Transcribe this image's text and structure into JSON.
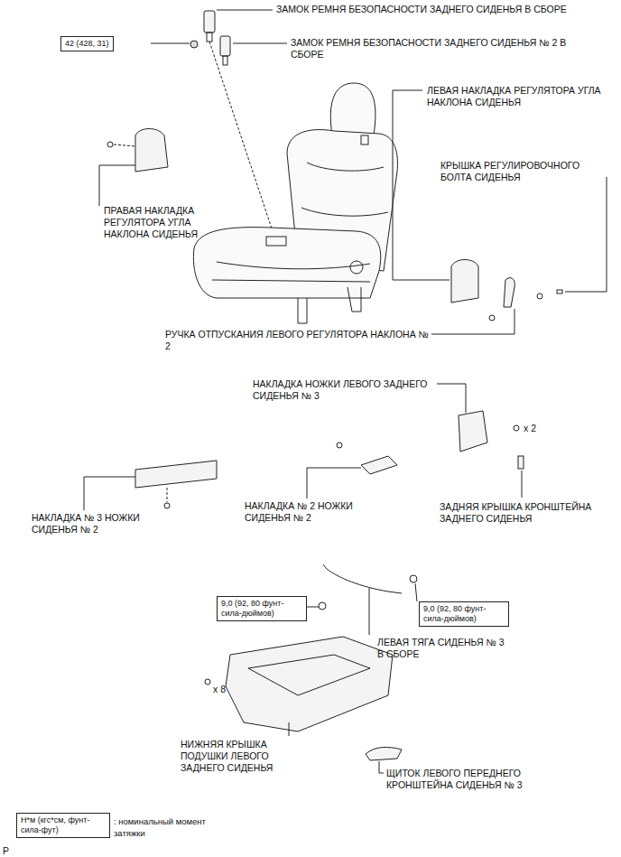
{
  "diagram": {
    "nodes": [
      {
        "text": [
          "42 (428, 31)"
        ]
      },
      {
        "text": [
          "9,0 (92, 80 фунт-сила-дюймов)"
        ]
      },
      {
        "text": [
          "9,0 (92, 80 фунт-сила-дюймов)"
        ]
      },
      {
        "text": [
          "Н*м (кгс*см, фунт-сила-фут)"
        ]
      }
    ],
    "labels": [
      "ЗАМОК РЕМНЯ БЕЗОПАСНОСТИ ЗАДНЕГО СИДЕНЬЯ В СБОРЕ",
      "ЗАМОК РЕМНЯ БЕЗОПАСНОСТИ ЗАДНЕГО СИДЕНЬЯ № 2 В СБОРЕ",
      "ЛЕВАЯ НАКЛАДКА РЕГУЛЯТОРА УГЛА НАКЛОНА СИДЕНЬЯ",
      "КРЫШКА РЕГУЛИРОВОЧНОГО БОЛТА СИДЕНЬЯ",
      "ПРАВАЯ НАКЛАДКА РЕГУЛЯТОРА УГЛА НАКЛОНА СИДЕНЬЯ",
      "РУЧКА ОТПУСКАНИЯ ЛЕВОГО РЕГУЛЯТОРА НАКЛОНА № 2",
      "НАКЛАДКА НОЖКИ ЛЕВОГО ЗАДНЕГО СИДЕНЬЯ № 3",
      "x 2",
      "ЗАДНЯЯ КРЫШКА КРОНШТЕЙНА ЗАДНЕГО СИДЕНЬЯ",
      "НАКЛАДКА № 2 НОЖКИ СИДЕНЬЯ № 2",
      "НАКЛАДКА № 3 НОЖКИ СИДЕНЬЯ № 2",
      "ЛЕВАЯ ТЯГА СИДЕНЬЯ № 3 В СБОРЕ",
      "x 8",
      "НИЖНЯЯ КРЫШКА ПОДУШКИ ЛЕВОГО ЗАДНЕГО СИДЕНЬЯ",
      "ЩИТОК ЛЕВОГО ПЕРЕДНЕГО КРОНШТЕЙНА СИДЕНЬЯ № 3",
      ": номинальный момент затяжки",
      "P"
    ]
  }
}
